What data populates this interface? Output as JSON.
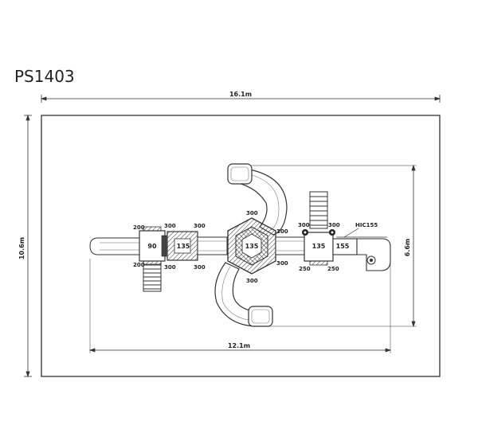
{
  "title": "PS1403",
  "dimensions": {
    "overall_width": "16.1m",
    "overall_depth": "10.6m",
    "equipment_width": "12.1m",
    "equipment_depth": "6.6m"
  },
  "decks": {
    "left_square": "90",
    "left_mid": "135",
    "hex_center": "135",
    "right_square": "135",
    "right_end": "155"
  },
  "heights": {
    "left_top_200": "200",
    "left_bottom_200": "200",
    "left_top_300": "300",
    "left_bottom_300": "300",
    "mid_top_300": "300",
    "mid_bottom_300": "300",
    "hex_top": "300",
    "hex_bottom": "300",
    "hex_right_top": "300",
    "hex_right_bottom": "300",
    "right_top_left": "300",
    "right_top_right": "300",
    "right_bottom_left": "250",
    "right_bottom_right": "250"
  },
  "hic": "HIC155"
}
